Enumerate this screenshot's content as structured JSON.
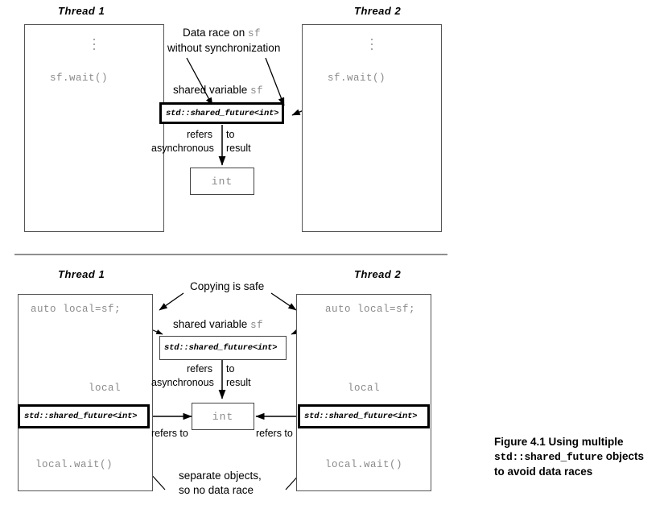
{
  "figure": {
    "caption_line1": "Figure 4.1   Using multiple",
    "caption_line2_mono": "std::shared_future",
    "caption_line2_rest": " objects",
    "caption_line3": "to avoid data races"
  },
  "top_diagram": {
    "thread1_title": "Thread  1",
    "thread2_title": "Thread  2",
    "thread1_code": "sf.wait()",
    "thread2_code": "sf.wait()",
    "race_note_line1_pre": "Data race on ",
    "race_note_line1_mono": "sf",
    "race_note_line2": "without synchronization",
    "shared_var_label_pre": "shared variable ",
    "shared_var_label_mono": "sf",
    "shared_future_box": "std::shared_future<int>",
    "refers_left": "refers",
    "refers_right": "to",
    "async_left": "asynchronous",
    "async_right": "result",
    "int_box": "int"
  },
  "bottom_diagram": {
    "thread1_title": "Thread  1",
    "thread2_title": "Thread  2",
    "thread1_code_copy": "auto local=sf;",
    "thread2_code_copy": "auto local=sf;",
    "thread1_local_label": "local",
    "thread2_local_label": "local",
    "thread1_wait": "local.wait()",
    "thread2_wait": "local.wait()",
    "copy_note": "Copying is safe",
    "shared_var_label_pre": "shared variable ",
    "shared_var_label_mono": "sf",
    "shared_future_box_middle": "std::shared_future<int>",
    "shared_future_box_left": "std::shared_future<int>",
    "shared_future_box_right": "std::shared_future<int>",
    "refers_left": "refers",
    "refers_right": "to",
    "async_left": "asynchronous",
    "async_right": "result",
    "int_box": "int",
    "refers_to_left": "refers to",
    "refers_to_right": "refers to",
    "separate_line1": "separate objects,",
    "separate_line2": "so no data race"
  },
  "colors": {
    "code_gray": "#8a8a8a",
    "ink": "#000000",
    "rule_gray": "#8f8f8f"
  }
}
